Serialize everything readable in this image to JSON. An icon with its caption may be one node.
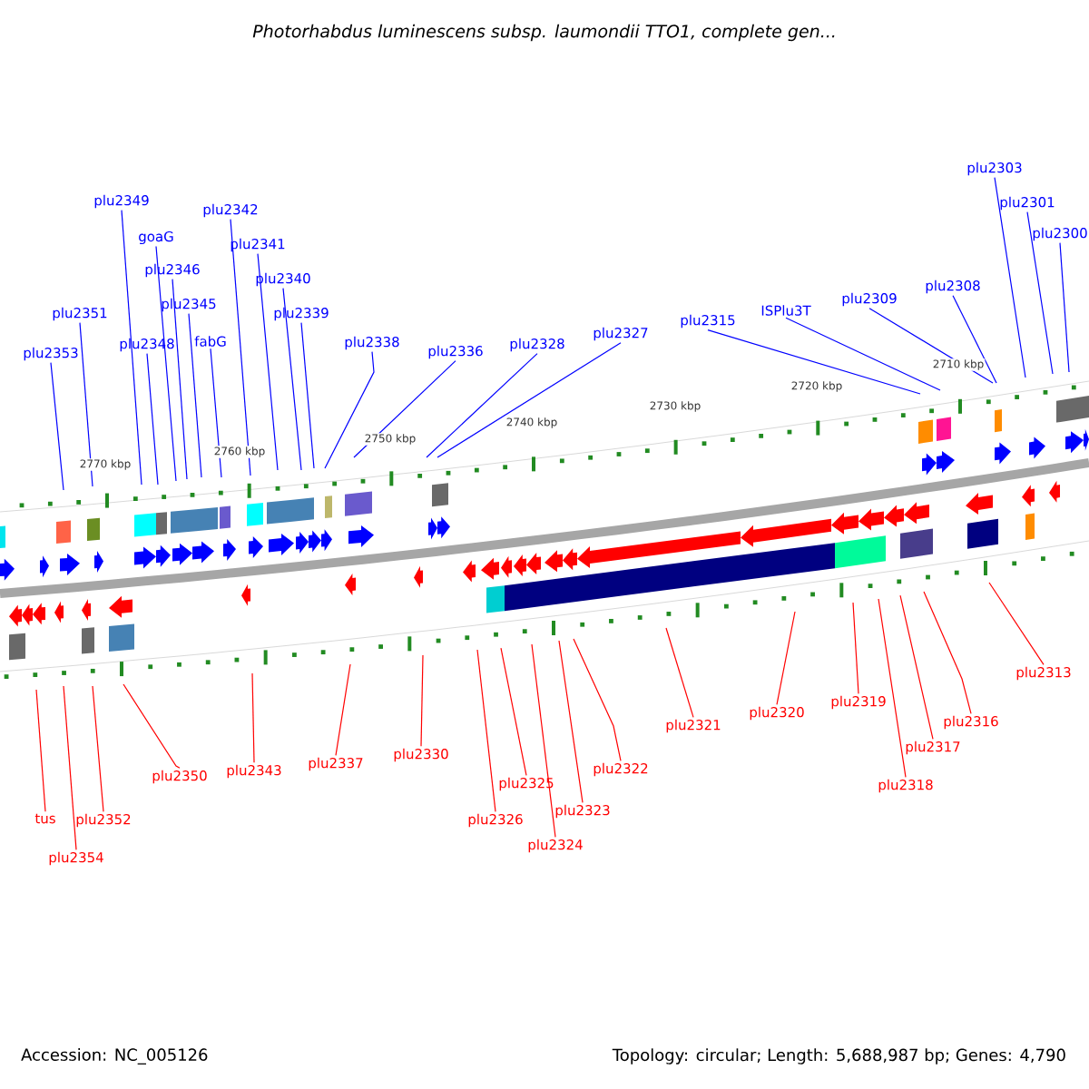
{
  "diagram": {
    "title": "Photorhabdus luminescens subsp. laumondii TTO1, complete gen...",
    "nodes": [
      {
        "text": [
          "plu2349"
        ]
      },
      {
        "text": [
          "plu2342"
        ]
      },
      {
        "text": [
          "goaG"
        ]
      },
      {
        "text": [
          "plu2346"
        ]
      },
      {
        "text": [
          "plu2341"
        ]
      },
      {
        "text": [
          "plu2340"
        ]
      },
      {
        "text": [
          "plu2345"
        ]
      },
      {
        "text": [
          "plu2339"
        ]
      },
      {
        "text": [
          "plu2351"
        ]
      },
      {
        "text": [
          "plu2348"
        ]
      },
      {
        "text": [
          "fabG"
        ]
      },
      {
        "text": [
          "plu2353"
        ]
      },
      {
        "text": [
          "plu2338"
        ]
      },
      {
        "text": [
          "plu2336"
        ]
      },
      {
        "text": [
          "plu2328"
        ]
      },
      {
        "text": [
          "plu2327"
        ]
      },
      {
        "text": [
          "plu2315"
        ]
      },
      {
        "text": [
          "ISPlu3T"
        ]
      },
      {
        "text": [
          "plu2309"
        ]
      },
      {
        "text": [
          "plu2308"
        ]
      },
      {
        "text": [
          "plu2303"
        ]
      },
      {
        "text": [
          "plu2301"
        ]
      },
      {
        "text": [
          "plu2300"
        ]
      },
      {
        "text": [
          "tus"
        ]
      },
      {
        "text": [
          "plu2354"
        ]
      },
      {
        "text": [
          "plu2352"
        ]
      },
      {
        "text": [
          "plu2350"
        ]
      },
      {
        "text": [
          "plu2343"
        ]
      },
      {
        "text": [
          "plu2337"
        ]
      },
      {
        "text": [
          "plu2330"
        ]
      },
      {
        "text": [
          "plu2326"
        ]
      },
      {
        "text": [
          "plu2325"
        ]
      },
      {
        "text": [
          "plu2324"
        ]
      },
      {
        "text": [
          "plu2323"
        ]
      },
      {
        "text": [
          "plu2322"
        ]
      },
      {
        "text": [
          "plu2321"
        ]
      },
      {
        "text": [
          "plu2320"
        ]
      },
      {
        "text": [
          "plu2319"
        ]
      },
      {
        "text": [
          "plu2318"
        ]
      },
      {
        "text": [
          "plu2317"
        ]
      },
      {
        "text": [
          "plu2316"
        ]
      },
      {
        "text": [
          "plu2313"
        ]
      }
    ],
    "edges": [
      {
        "from": 0,
        "to": null,
        "arrow": "none"
      },
      {
        "from": 1,
        "to": null,
        "arrow": "none"
      },
      {
        "from": 2,
        "to": null,
        "arrow": "none"
      },
      {
        "from": 3,
        "to": null,
        "arrow": "none"
      },
      {
        "from": 4,
        "to": null,
        "arrow": "none"
      },
      {
        "from": 5,
        "to": null,
        "arrow": "none"
      },
      {
        "from": 6,
        "to": null,
        "arrow": "none"
      },
      {
        "from": 7,
        "to": null,
        "arrow": "none"
      },
      {
        "from": 8,
        "to": null,
        "arrow": "none"
      },
      {
        "from": 9,
        "to": null,
        "arrow": "none"
      },
      {
        "from": 10,
        "to": null,
        "arrow": "none"
      },
      {
        "from": 11,
        "to": null,
        "arrow": "none"
      },
      {
        "from": 12,
        "to": null,
        "arrow": "none"
      },
      {
        "from": 13,
        "to": null,
        "arrow": "none"
      },
      {
        "from": 14,
        "to": null,
        "arrow": "none"
      },
      {
        "from": 15,
        "to": null,
        "arrow": "none"
      },
      {
        "from": 16,
        "to": null,
        "arrow": "none"
      },
      {
        "from": 17,
        "to": null,
        "arrow": "none"
      },
      {
        "from": 18,
        "to": null,
        "arrow": "none"
      },
      {
        "from": 19,
        "to": null,
        "arrow": "none"
      },
      {
        "from": 20,
        "to": null,
        "arrow": "none"
      },
      {
        "from": 21,
        "to": null,
        "arrow": "none"
      },
      {
        "from": 22,
        "to": null,
        "arrow": "none"
      },
      {
        "from": 23,
        "to": null,
        "arrow": "none",
        "color": "#ff0000"
      },
      {
        "from": 24,
        "to": null,
        "arrow": "none",
        "color": "#ff0000"
      },
      {
        "from": 25,
        "to": null,
        "arrow": "none",
        "color": "#ff0000"
      },
      {
        "from": 26,
        "to": null,
        "arrow": "none",
        "color": "#ff0000"
      },
      {
        "from": 27,
        "to": null,
        "arrow": "none",
        "color": "#ff0000"
      },
      {
        "from": 28,
        "to": null,
        "arrow": "none",
        "color": "#ff0000"
      },
      {
        "from": 29,
        "to": null,
        "arrow": "none",
        "color": "#ff0000"
      },
      {
        "from": 30,
        "to": null,
        "arrow": "none",
        "color": "#ff0000"
      },
      {
        "from": 31,
        "to": null,
        "arrow": "none",
        "color": "#ff0000"
      },
      {
        "from": 32,
        "to": null,
        "arrow": "none",
        "color": "#ff0000"
      },
      {
        "from": 33,
        "to": null,
        "arrow": "none",
        "color": "#ff0000"
      },
      {
        "from": 34,
        "to": null,
        "arrow": "none",
        "color": "#ff0000"
      },
      {
        "from": 35,
        "to": null,
        "arrow": "none",
        "color": "#ff0000"
      },
      {
        "from": 36,
        "to": null,
        "arrow": "none",
        "color": "#ff0000"
      },
      {
        "from": 37,
        "to": null,
        "arrow": "none",
        "color": "#ff0000"
      },
      {
        "from": 38,
        "to": null,
        "arrow": "none",
        "color": "#ff0000"
      },
      {
        "from": 39,
        "to": null,
        "arrow": "none",
        "color": "#ff0000"
      },
      {
        "from": 40,
        "to": null,
        "arrow": "none",
        "color": "#ff0000"
      },
      {
        "from": 41,
        "to": null,
        "arrow": "none",
        "color": "#ff0000"
      }
    ],
    "labels": [
      "2770 kbp",
      "2760 kbp",
      "2750 kbp",
      "2740 kbp",
      "2730 kbp",
      "2720 kbp",
      "2710 kbp",
      "Accession: NC_005126",
      "Topology: circular; Length: 5,688,987 bp; Genes: 4,790"
    ]
  }
}
